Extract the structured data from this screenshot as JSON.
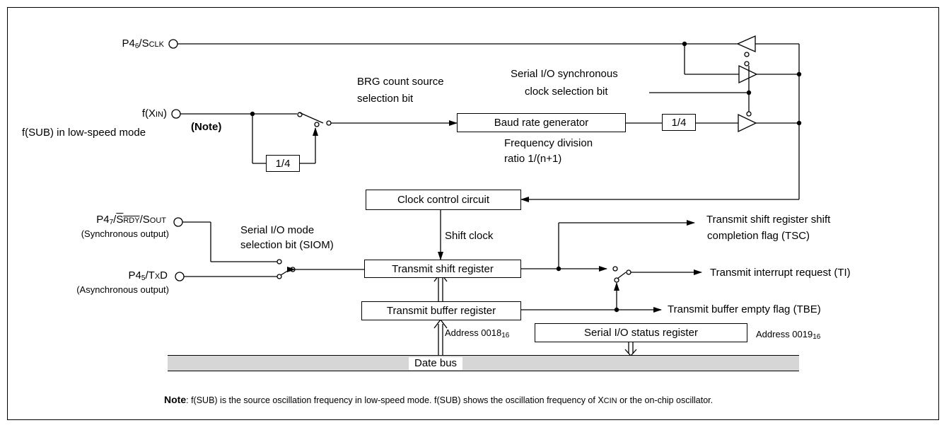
{
  "pins": {
    "sclk": {
      "main": "P4",
      "sub": "6",
      "sep": "/S",
      "sc": "CLK"
    },
    "xin": {
      "pre": "f(X",
      "sc": "IN",
      "post": ")"
    },
    "sub_mode": "f(SUB) in low-speed mode",
    "note_tag": "(Note)",
    "sout": {
      "main": "P4",
      "sub": "7",
      "sep": "/",
      "s1": "S",
      "s1sc": "RDY",
      "sep2": "/S",
      "s2sc": "OUT"
    },
    "sync_output": "(Synchronous output)",
    "txd": {
      "main": "P4",
      "sub": "5",
      "sep": "/T",
      "sc": "X",
      "post": "D"
    },
    "async_output": "(Asynchronous output)"
  },
  "labels": {
    "brg_select_1": "BRG count source",
    "brg_select_2": "selection bit",
    "serial_sync_1": "Serial I/O synchronous",
    "serial_sync_2": "clock selection bit",
    "freq_div_1": "Frequency division",
    "freq_div_2": "ratio 1/(n+1)",
    "siom_1": "Serial I/O mode",
    "siom_2": "selection bit (SIOM)",
    "shift_clock": "Shift clock",
    "tsc_1": "Transmit shift register shift",
    "tsc_2": "completion flag (TSC)",
    "ti": "Transmit interrupt request (TI)",
    "tbe": "Transmit buffer empty flag (TBE)",
    "addr_18": {
      "pre": "Address 0018",
      "sub": "16"
    },
    "addr_19": {
      "pre": "Address 0019",
      "sub": "16"
    }
  },
  "boxes": {
    "div1": "1/4",
    "div2": "1/4",
    "baud": "Baud rate generator",
    "clock_ctrl": "Clock control circuit",
    "tsr": "Transmit shift register",
    "tbr": "Transmit buffer register",
    "status": "Serial I/O status register"
  },
  "bus": "Date bus",
  "note": {
    "head": "Note",
    "text_a": ": f(SUB) is the source oscillation frequency in low-speed mode. f(SUB) shows the oscillation frequency of X",
    "text_sc": "CIN",
    "text_b": " or the on-chip oscillator."
  }
}
